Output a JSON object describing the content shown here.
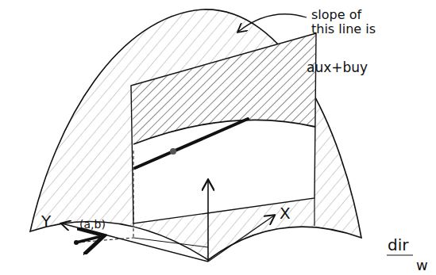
{
  "diagram": {
    "labels": [
      "slope of this line is",
      "aux+buy",
      "Y",
      "X",
      "(a,b)",
      "dir",
      "w"
    ]
  }
}
